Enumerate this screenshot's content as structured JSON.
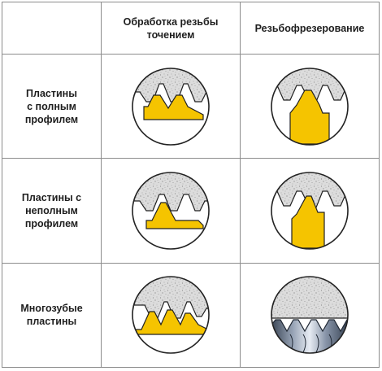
{
  "columns": [
    {
      "label": "Обработка резьбы\nточением"
    },
    {
      "label": "Резьбофрезерование"
    }
  ],
  "rows": [
    {
      "label": "Пластины\nс полным\nпрофилем"
    },
    {
      "label": "Пластины с\nнеполным\nпрофилем"
    },
    {
      "label": "Многозубые\nпластины"
    }
  ],
  "colors": {
    "insert": "#f5c400",
    "workpiece": "#d9d9d9",
    "outline": "#222222",
    "grid": "#8c8c8c",
    "cutter": "#4a5566"
  }
}
